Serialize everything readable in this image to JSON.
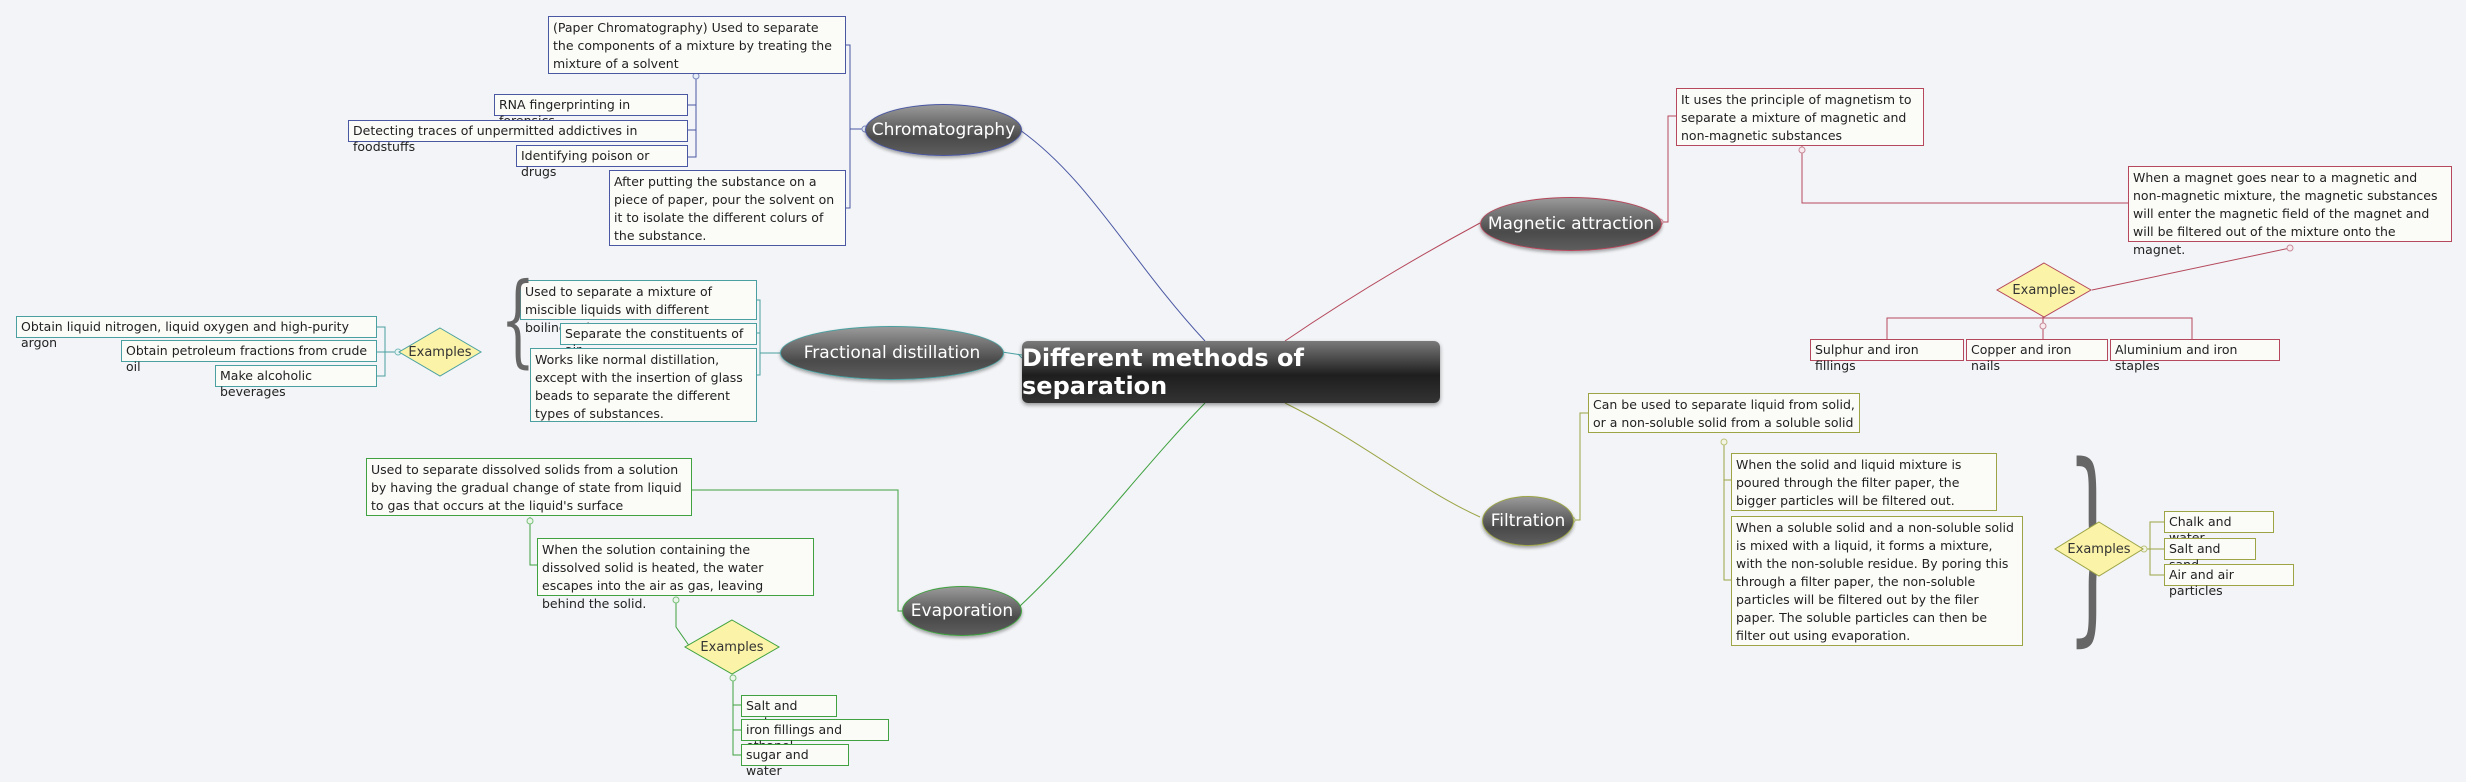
{
  "root": "Different methods of separation",
  "chromatography": {
    "title": "Chromatography",
    "definition": "(Paper Chromatography) Used to separate the components of a mixture by treating the mixture of a solvent",
    "uses": [
      "RNA fingerprinting in forensics",
      "Detecting traces of unpermitted addictives in foodstuffs",
      "Identifying poison or drugs"
    ],
    "method": "After putting the substance on a piece of paper, pour the solvent on it to isolate the different colurs of the substance."
  },
  "fractional": {
    "title": "Fractional distillation",
    "definition": "Used to separate a mixture of miscible liquids with different boiling points",
    "air": "Separate the constituents of air",
    "method": "Works like normal distillation, except with the insertion of glass beads to separate the different types of substances.",
    "examples_label": "Examples",
    "examples": [
      "Obtain liquid nitrogen, liquid oxygen and high-purity argon",
      "Obtain petroleum fractions from crude oil",
      "Make alcoholic beverages"
    ]
  },
  "evaporation": {
    "title": "Evaporation",
    "definition": "Used to separate dissolved solids from a solution by having the gradual change of state from liquid to gas that occurs at the liquid's surface",
    "method": "When the solution containing the dissolved solid is heated, the water escapes into the air as gas, leaving behind the solid.",
    "examples_label": "Examples",
    "examples": [
      "Salt and water",
      "iron fillings and ethanol",
      "sugar and water"
    ]
  },
  "magnetic": {
    "title": "Magnetic attraction",
    "definition": "It uses the principle of magnetism to separate a mixture of magnetic and non-magnetic substances",
    "method": "When a magnet goes near to a magnetic and non-magnetic mixture, the magnetic substances will enter the magnetic field of the magnet and will be filtered out of the mixture onto the magnet.",
    "examples_label": "Examples",
    "examples": [
      "Sulphur and iron fillings",
      "Copper and iron nails",
      "Aluminium and iron staples"
    ]
  },
  "filtration": {
    "title": "Filtration",
    "definition": "Can be used to separate liquid from solid, or a non-soluble solid from a soluble solid",
    "method1": "When the solid and liquid mixture is poured through the filter paper, the bigger particles will be filtered out.",
    "method2": "When a soluble solid and a non-soluble solid is mixed with a liquid, it forms a mixture, with the non-soluble residue. By poring this through a filter paper, the non-soluble particles will be filtered out by the filer paper. The soluble particles can then be filter out using evaporation.",
    "examples_label": "Examples",
    "examples": [
      "Chalk and water",
      "Salt and sand",
      "Air and air particles"
    ]
  },
  "colors": {
    "chromatography": "#4a57a3",
    "fractional": "#4aa0a0",
    "evaporation": "#3fa13f",
    "magnetic": "#b5485c",
    "filtration": "#9ca445",
    "diamond_fill": "#fbf3a8",
    "diamond_stroke": "#c9b84a"
  }
}
